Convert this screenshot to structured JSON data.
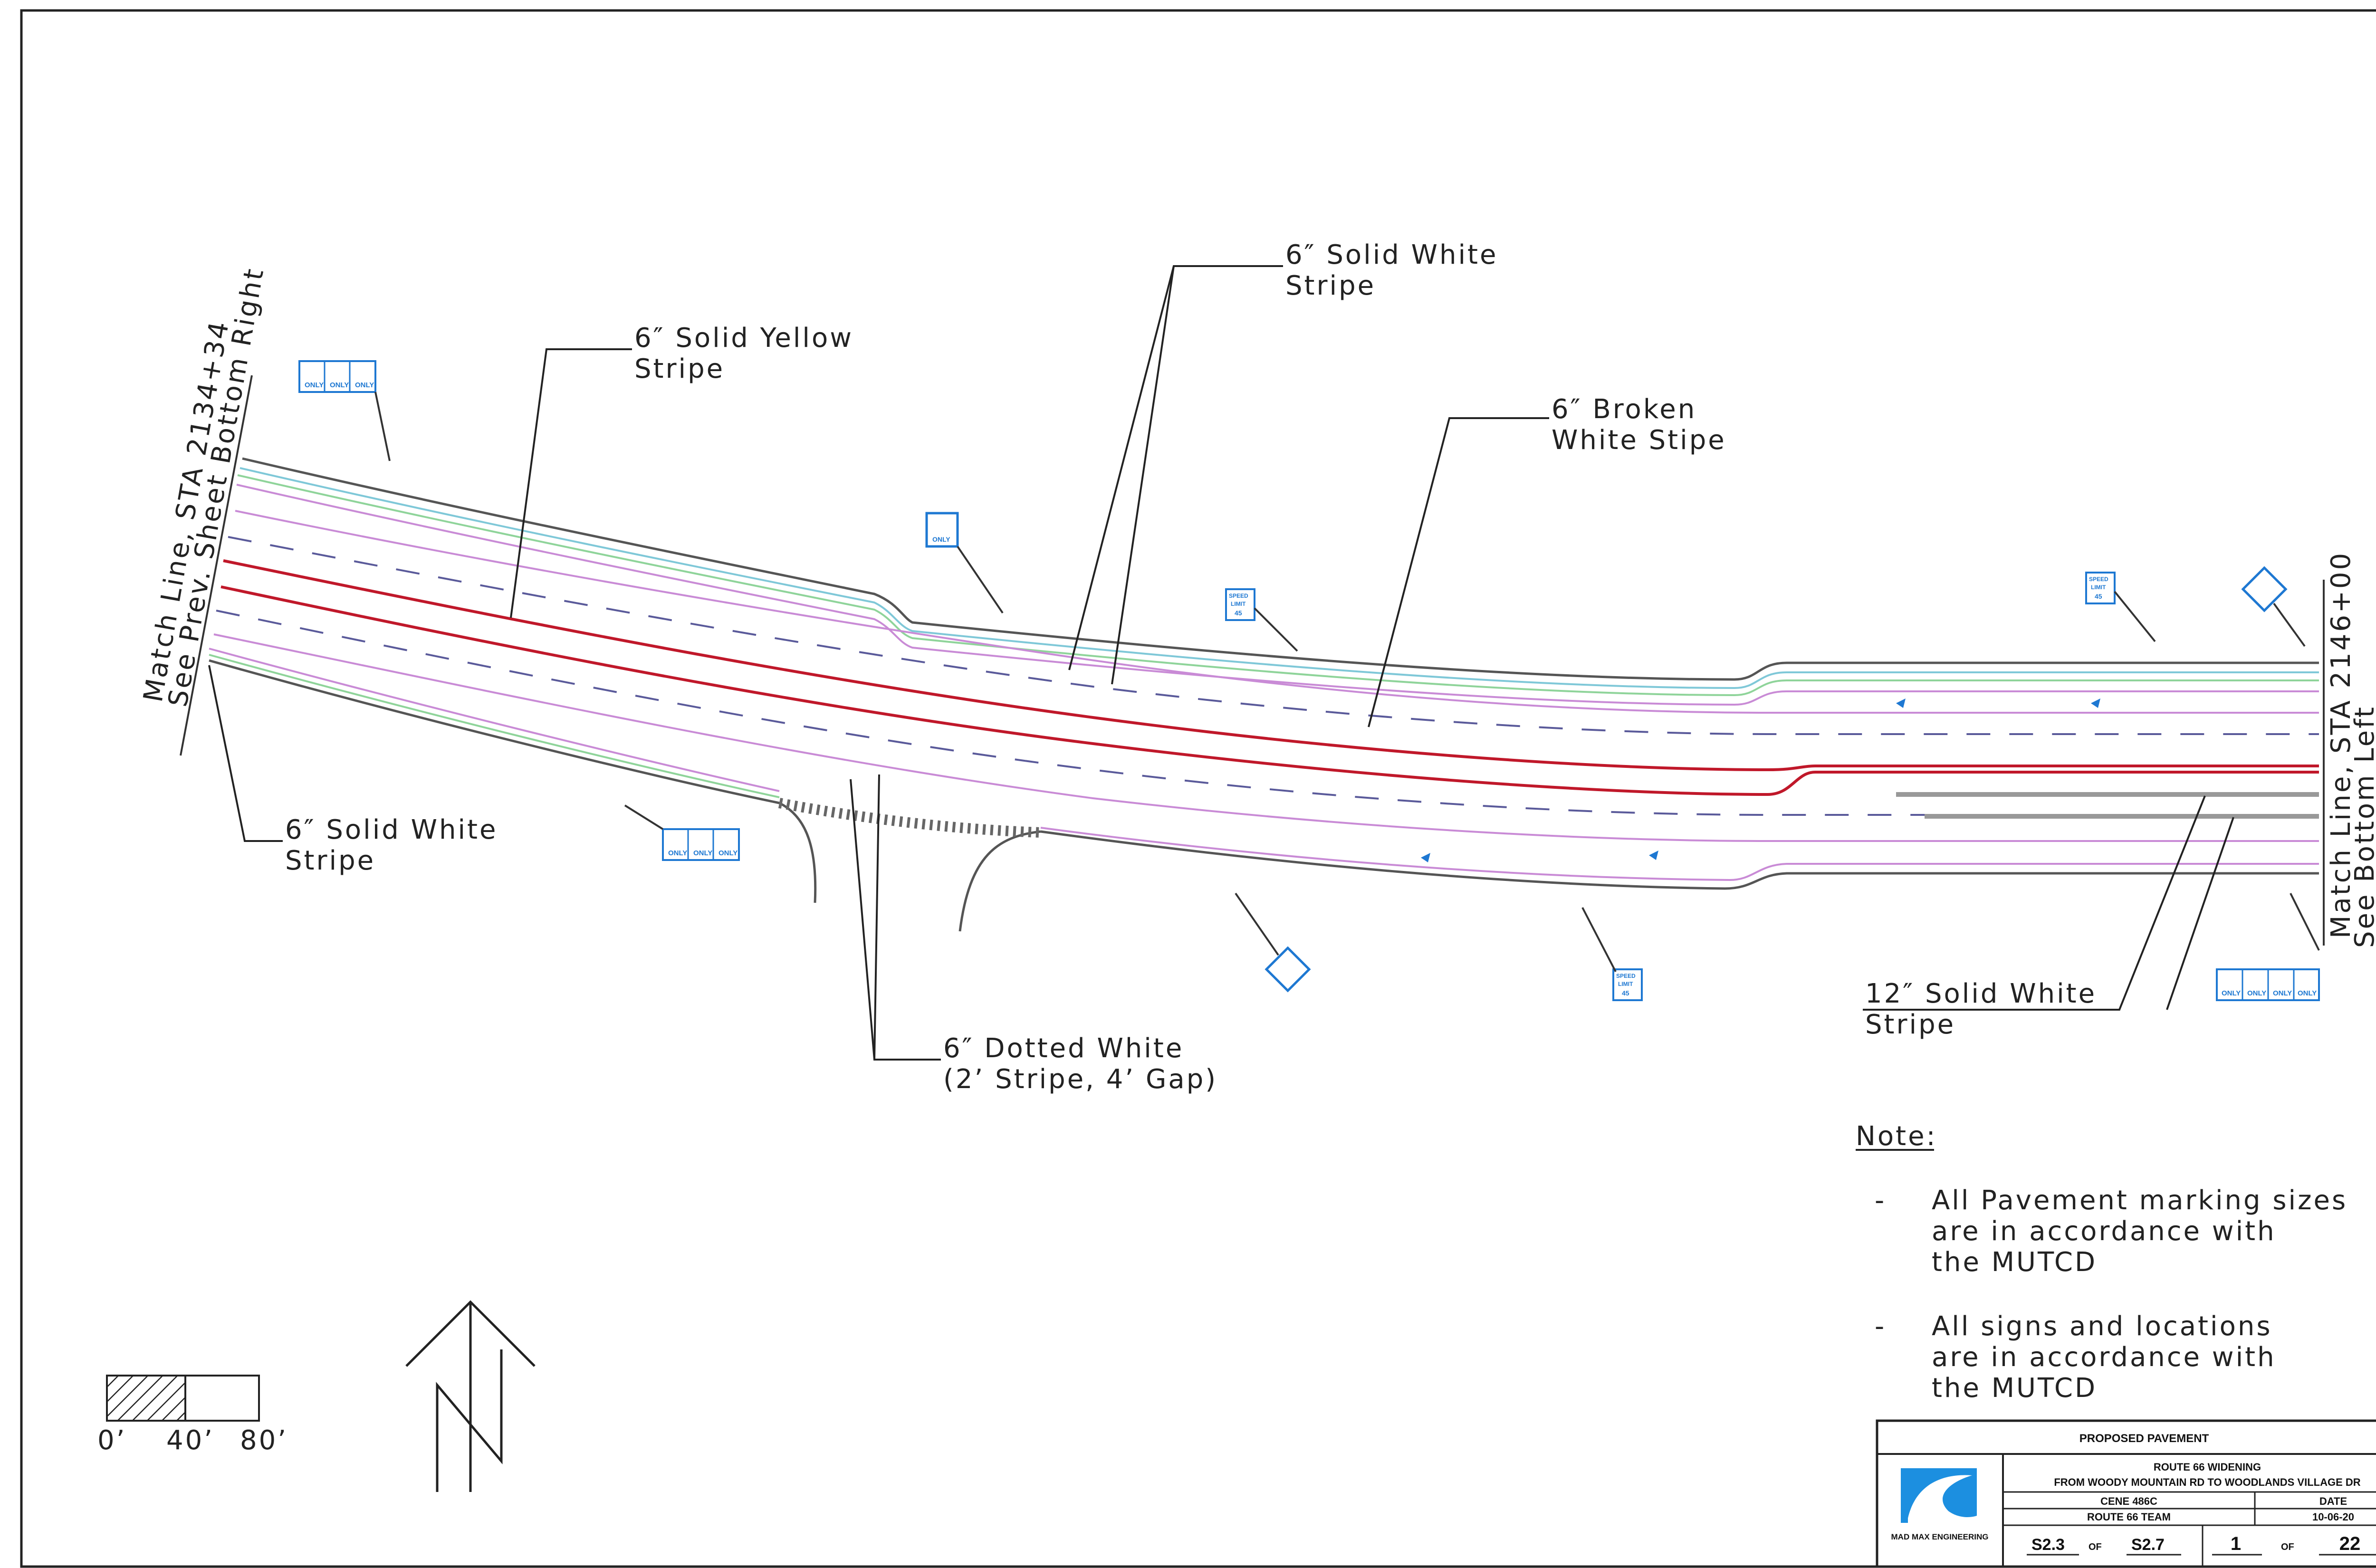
{
  "callouts": {
    "solid_white_top_l1": "6″ Solid White",
    "solid_white_top_l2": "Stripe",
    "solid_yellow_l1": "6″ Solid Yellow",
    "solid_yellow_l2": "Stripe",
    "broken_white_l1": "6″ Broken",
    "broken_white_l2": "White Stipe",
    "solid_white_left_l1": "6″ Solid White",
    "solid_white_left_l2": "Stripe",
    "dotted_white_l1": "6″ Dotted White",
    "dotted_white_l2": "(2’ Stripe, 4’ Gap)",
    "solid_white_12_l1": "12″ Solid White",
    "solid_white_12_l2": "Stripe"
  },
  "match_lines": {
    "left_l1": "Match Line, STA 2134+34",
    "left_l2": "See Prev. Sheet Bottom Right",
    "right_l1": "Match Line, STA 2146+00",
    "right_l2": "See Bottom Left"
  },
  "notes": {
    "heading": "Note:",
    "dash": "-",
    "n1_l1": "All Pavement marking sizes",
    "n1_l2": "are in accordance with",
    "n1_l3": "the MUTCD",
    "n2_l1": "All signs and locations",
    "n2_l2": "are in accordance with",
    "n2_l3": "the MUTCD"
  },
  "scale_bar": {
    "t0": "0’",
    "t40": "40’",
    "t80": "80’"
  },
  "signs": {
    "only": "ONLY",
    "speed_l1": "SPEED",
    "speed_l2": "LIMIT",
    "speed_value": "45"
  },
  "title_block": {
    "header": "PROPOSED PAVEMENT",
    "project": "ROUTE 66 WIDENING",
    "limits": "FROM WOODY MOUNTAIN RD TO WOODLANDS VILLAGE DR",
    "course": "CENE 486C",
    "team": "ROUTE 66 TEAM",
    "date_label": "DATE",
    "date": "10-06-20",
    "company": "MAD MAX ENGINEERING",
    "sheet_from": "S2.3",
    "of_word": "OF",
    "sheet_to": "S2.7",
    "page": "1",
    "total": "22"
  },
  "colors": {
    "yellow_line": "#c0182a",
    "white_line": "#555555",
    "sign_blue": "#1e78d2",
    "edge_magenta": "#c98bd6",
    "edge_green": "#8fd49a",
    "edge_teal": "#7fc8d8",
    "logo_blue": "#1c8fe0"
  }
}
